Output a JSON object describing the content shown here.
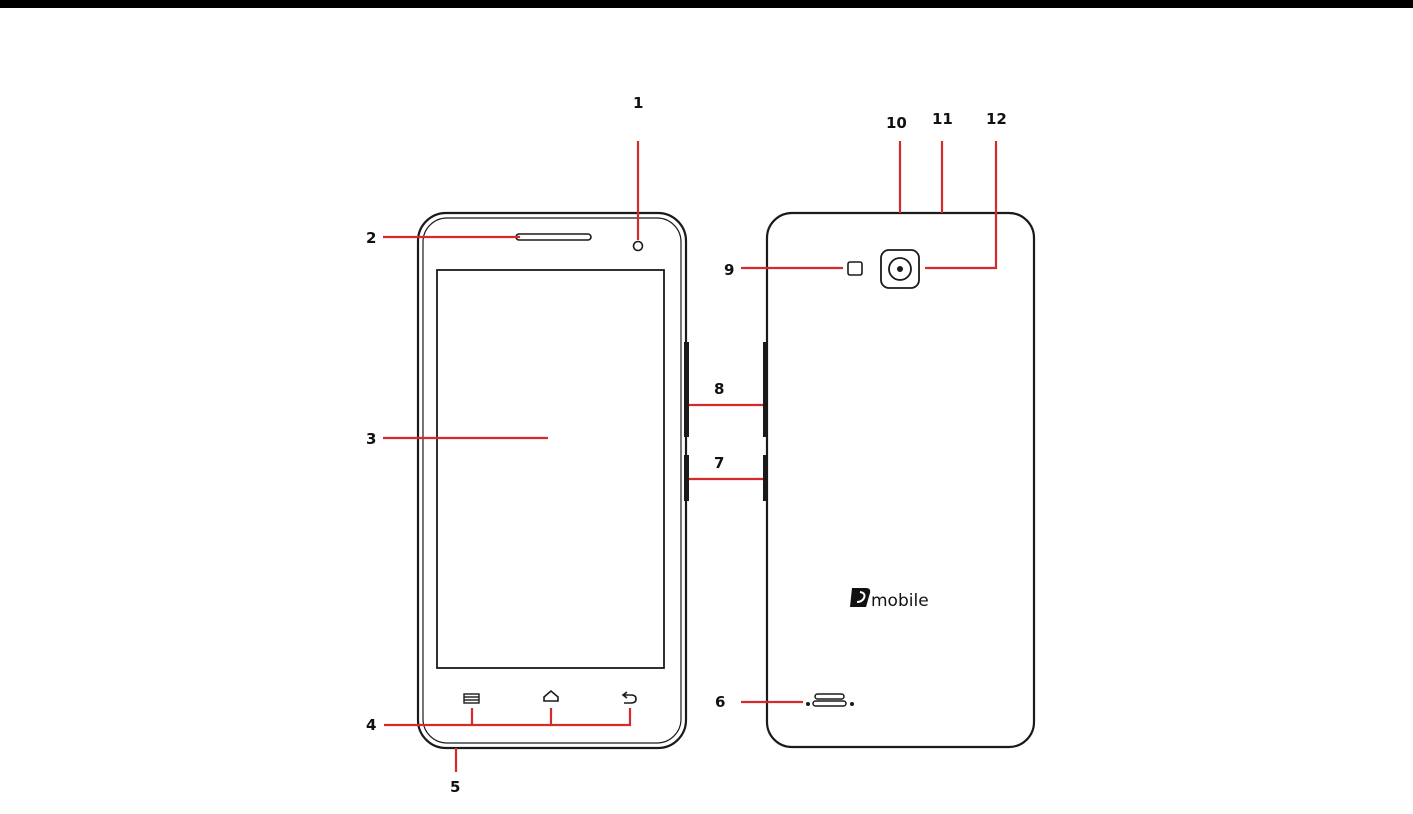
{
  "colors": {
    "leader": "#d42a2a",
    "outline": "#1a1a1a",
    "background": "#ffffff",
    "top_bar": "#000000"
  },
  "callouts": {
    "c1": "1",
    "c2": "2",
    "c3": "3",
    "c4": "4",
    "c5": "5",
    "c6": "6",
    "c7": "7",
    "c8": "8",
    "c9": "9",
    "c10": "10",
    "c11": "11",
    "c12": "12"
  },
  "brand": {
    "text": "mobile"
  },
  "icons": {
    "menu": "menu-key-icon",
    "home": "home-key-icon",
    "back": "back-key-icon"
  }
}
